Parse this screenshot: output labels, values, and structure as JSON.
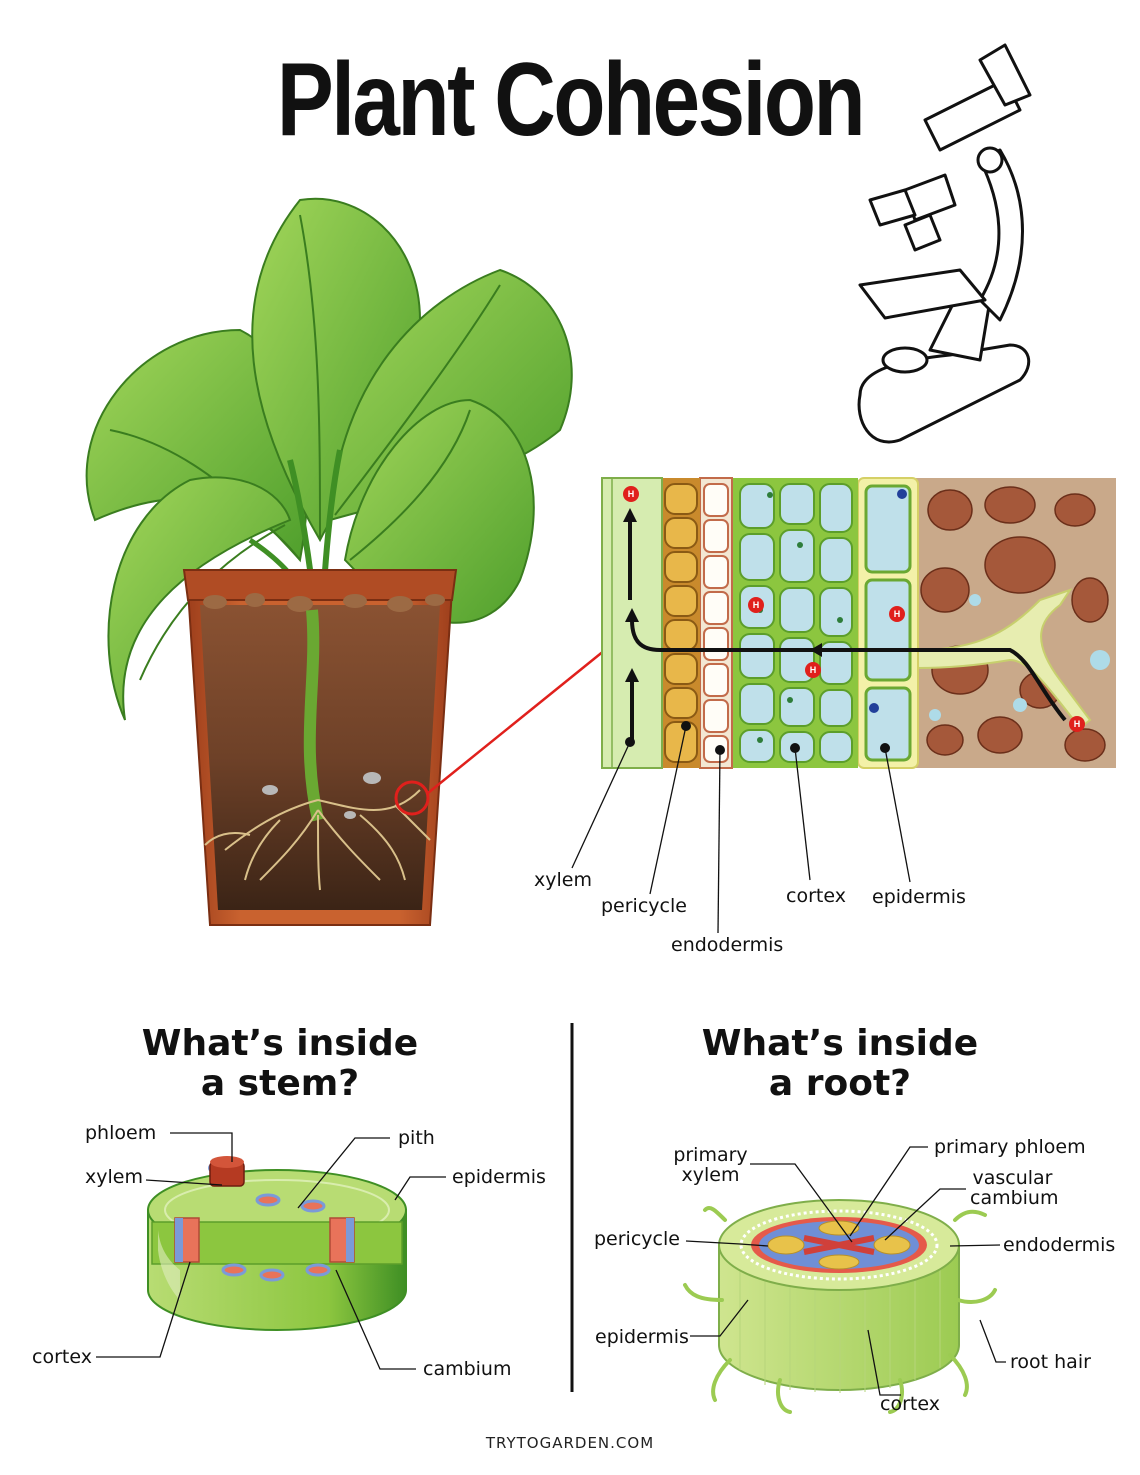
{
  "title": "Plant Cohesion",
  "root_zoom": {
    "labels": {
      "xylem": "xylem",
      "pericycle": "pericycle",
      "endodermis": "endodermis",
      "cortex": "cortex",
      "epidermis": "epidermis"
    },
    "molecule": "H"
  },
  "stem_section": {
    "heading_line1": "What’s inside",
    "heading_line2": "a stem?",
    "labels": {
      "phloem": "phloem",
      "xylem": "xylem",
      "pith": "pith",
      "epidermis": "epidermis",
      "cortex": "cortex",
      "cambium": "cambium"
    }
  },
  "root_section": {
    "heading_line1": "What’s inside",
    "heading_line2": "a root?",
    "labels": {
      "primary_xylem_1": "primary",
      "primary_xylem_2": "xylem",
      "primary_phloem": "primary phloem",
      "vascular_cambium_1": "vascular",
      "vascular_cambium_2": "cambium",
      "pericycle": "pericycle",
      "endodermis": "endodermis",
      "epidermis": "epidermis",
      "root_hair": "root hair",
      "cortex": "cortex"
    }
  },
  "footer": "TRYTOGARDEN.COM",
  "colors": {
    "leaf": "#7cc242",
    "leaf_dark": "#3f8f24",
    "pot": "#c0562a",
    "soil": "#6b3f25",
    "xylem_zone": "#d6ecb0",
    "pericycle_cell": "#e8b74a",
    "cortex_zone": "#8cc63f",
    "cell_water": "#bfe0ea",
    "soil_rock": "#a5583a",
    "stem_green": "#9ad14d",
    "xylem_red": "#e8735a",
    "phloem_blue": "#7b9ad8"
  }
}
